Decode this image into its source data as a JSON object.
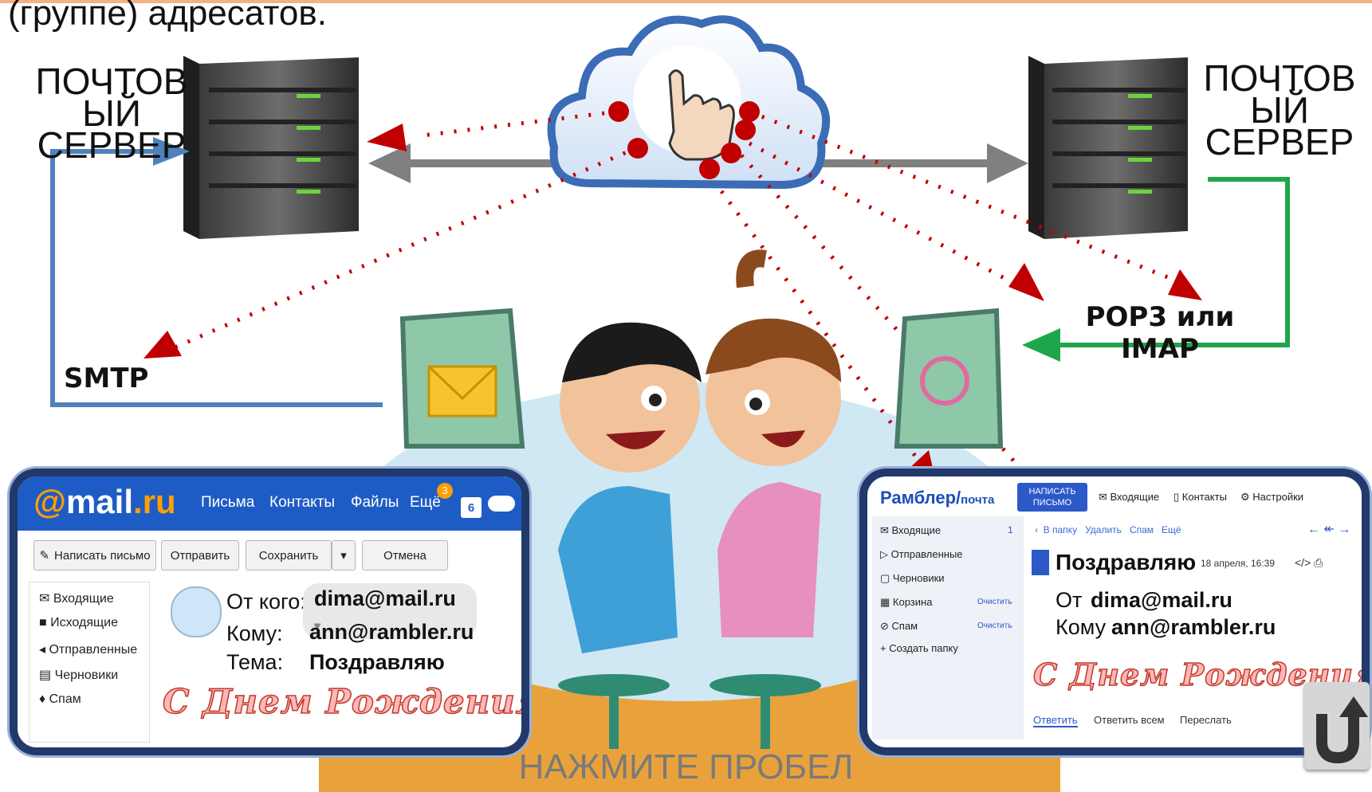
{
  "slide": {
    "title_fragment": "(группе) адресатов.",
    "left_server_label": "ПОЧТОВ ЫЙ СЕРВЕР",
    "right_server_label": "ПОЧТОВ ЫЙ СЕРВЕР",
    "smtp_label": "SMTP",
    "pop3_label": "POP3 или IMAP",
    "press_space": "НАЖМИТЕ ПРОБЕЛ",
    "colors": {
      "smtp_line": "#4f81bd",
      "pop_line": "#1fa64a",
      "dotted_arrow": "#c00000",
      "main_arrow": "#808080"
    }
  },
  "mailru": {
    "logo_at": "@",
    "logo_name": "mail",
    "logo_dot": ".",
    "logo_tld": "ru",
    "nav": [
      "Письма",
      "Контакты",
      "Файлы",
      "Ещё"
    ],
    "badge": "3",
    "calendar_day": "6",
    "buttons": {
      "compose": "Написать письмо",
      "send": "Отправить",
      "save": "Сохранить",
      "cancel": "Отмена"
    },
    "folders": [
      "Входящие",
      "Исходящие",
      "Отправленные",
      "Черновики",
      "Спам"
    ],
    "from_label": "От кого:",
    "from_value": "dima@mail.ru",
    "to_label": "Кому:",
    "to_value": "ann@rambler.ru",
    "subject_label": "Тема:",
    "subject_value": "Поздравляю",
    "greeting": "С Днем Рождения!"
  },
  "rambler": {
    "logo": "Рамблер/",
    "logo_sub": "почта",
    "compose_line1": "НАПИСАТЬ",
    "compose_line2": "ПИСЬМО",
    "top_nav": [
      "Входящие",
      "Контакты",
      "Настройки"
    ],
    "folders": [
      "Входящие",
      "Отправленные",
      "Черновики",
      "Корзина",
      "Спам"
    ],
    "inbox_count": "1",
    "clear_label": "Очистить",
    "create_folder": "Создать папку",
    "toolbar": [
      "В папку",
      "Удалить",
      "Спам",
      "Ещё"
    ],
    "subject": "Поздравляю",
    "date": "18 апреля, 16:39",
    "from_label": "От",
    "from_value": "dima@mail.ru",
    "to_label": "Кому",
    "to_value": "ann@rambler.ru",
    "greeting": "С Днем Рождения!",
    "actions": [
      "Ответить",
      "Ответить всем",
      "Переслать"
    ]
  }
}
